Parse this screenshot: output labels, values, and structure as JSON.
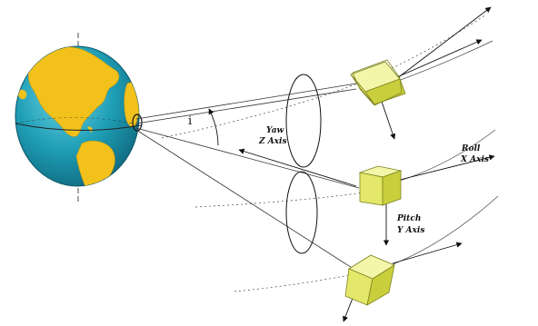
{
  "labels": {
    "angle": "i",
    "yaw_line1": "Yaw",
    "yaw_line2": "Z Axis",
    "roll_line1": "Roll",
    "roll_line2": "X Axis",
    "pitch_line1": "Pitch",
    "pitch_line2": "Y Axis"
  },
  "colors": {
    "ocean": "#1f9fb6",
    "land": "#f2c11c",
    "cube_front": "#e3e86a",
    "cube_top": "#f3f5a8",
    "cube_side": "#c9cf3c",
    "cube_edge": "#7d8220",
    "line": "#222222"
  },
  "icons": [
    "earth-globe",
    "satellite-cube"
  ]
}
